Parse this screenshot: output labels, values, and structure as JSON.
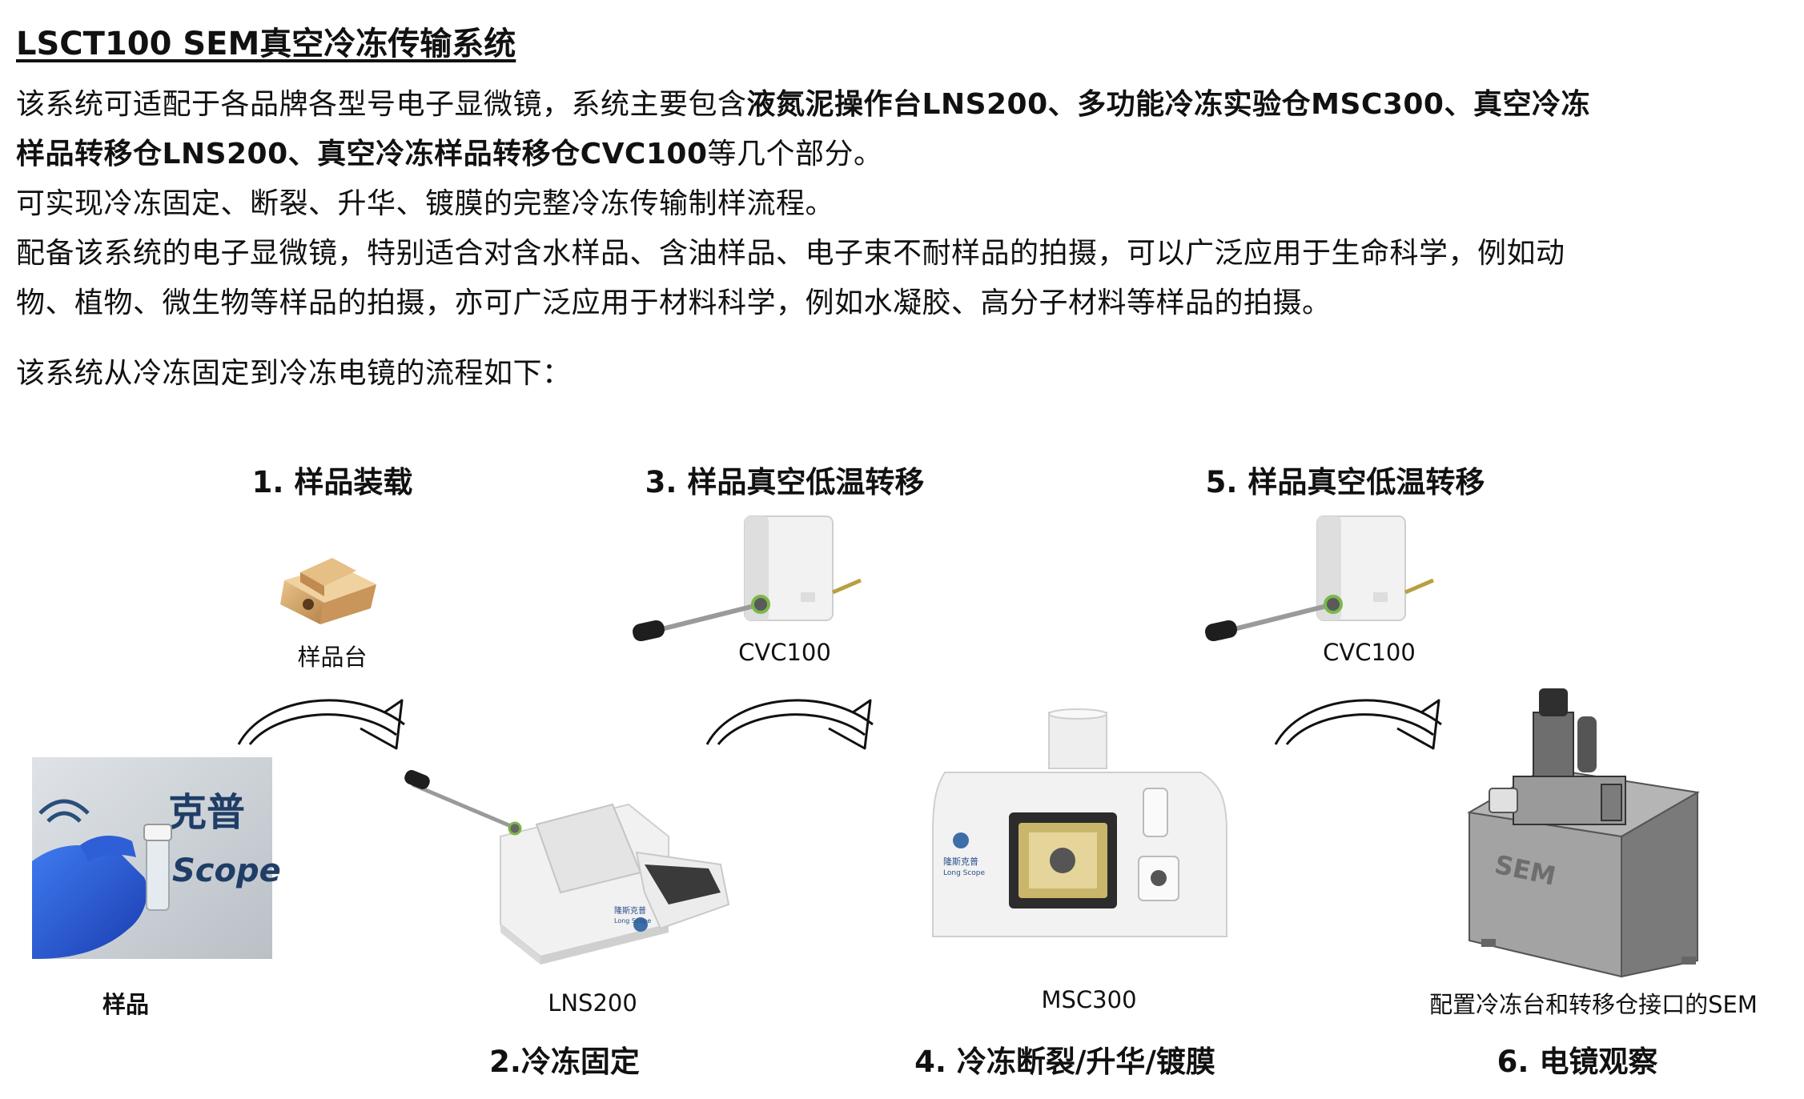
{
  "title": "LSCT100 SEM真空冷冻传输系统",
  "intro": {
    "line1_a": "该系统可适配于各品牌各型号电子显微镜，系统主要包含",
    "line1_b": "液氮泥操作台LNS200、多功能冷冻实验仓MSC300、真空冷冻",
    "line2_a": "样品转移仓LNS200、真空冷冻样品转移仓CVC100",
    "line2_b": "等几个部分。",
    "line3": "可实现冷冻固定、断裂、升华、镀膜的完整冷冻传输制样流程。",
    "line4": "配备该系统的电子显微镜，特别适合对含水样品、含油样品、电子束不耐样品的拍摄，可以广泛应用于生命科学，例如动",
    "line5": "物、植物、微生物等样品的拍摄，亦可广泛应用于材料科学，例如水凝胶、高分子材料等样品的拍摄。",
    "line6": "该系统从冷冻固定到冷冻电镜的流程如下："
  },
  "steps": {
    "s1": "1. 样品装载",
    "s2": "2.冷冻固定",
    "s3": "3. 样品真空低温转移",
    "s4": "4. 冷冻断裂/升华/镀膜",
    "s5": "5. 样品真空低温转移",
    "s6": "6. 电镜观察"
  },
  "captions": {
    "sample_stage": "样品台",
    "cvc_a": "CVC100",
    "cvc_b": "CVC100",
    "sample": "样品",
    "lns": "LNS200",
    "msc": "MSC300",
    "sem": "配置冷冻台和转移仓接口的SEM"
  },
  "photo_text": {
    "logo_cn_fragment": "克普",
    "logo_en_fragment": "Scope",
    "device_brand_cn": "隆斯克普",
    "device_brand_en": "Long Scope",
    "sem_label": "SEM"
  }
}
